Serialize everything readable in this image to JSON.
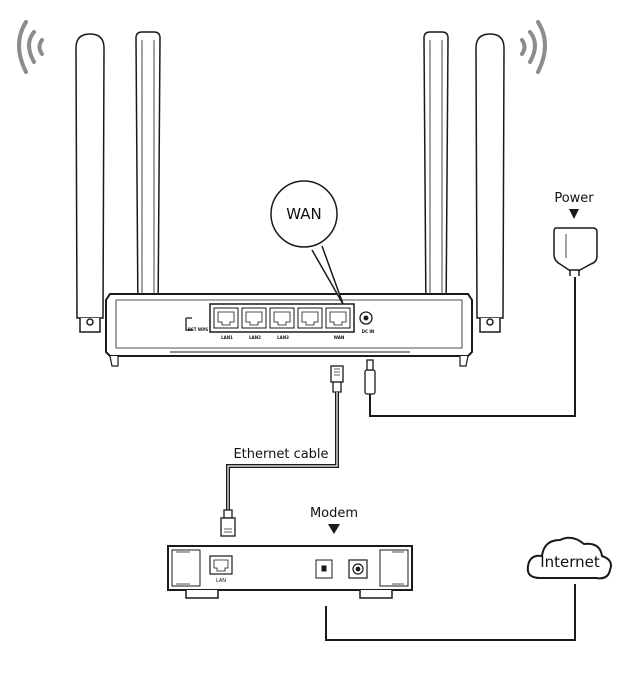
{
  "labels": {
    "wan_callout": "WAN",
    "power": "Power",
    "ethernet_cable": "Ethernet cable",
    "modem": "Modem",
    "internet": "Internet",
    "modem_lan_port": "LAN"
  },
  "router_port_labels": [
    "RST WPS",
    "LAN1",
    "LAN2",
    "LAN3",
    "WAN",
    "DC IN"
  ],
  "colors": {
    "line": "#1a1a1a",
    "wave": "#8c8c8c",
    "panel": "#ffffff"
  }
}
